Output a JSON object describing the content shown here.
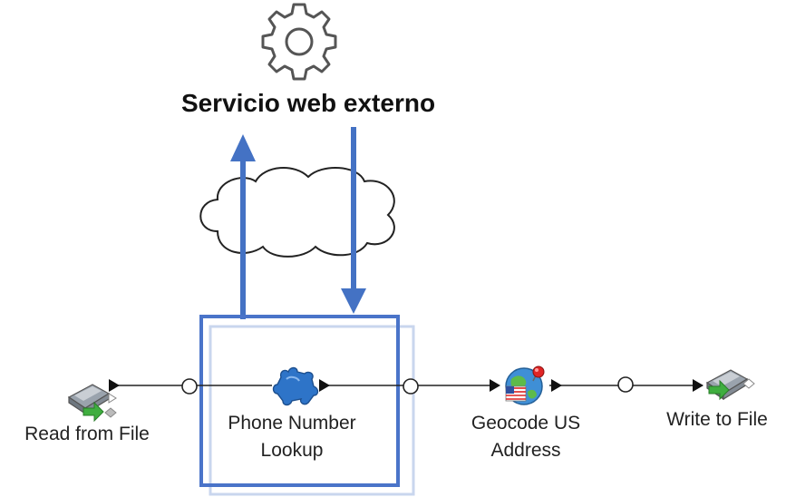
{
  "title": "Servicio web externo",
  "icons": {
    "service": "gear-icon",
    "cloud": "cloud-icon"
  },
  "nodes": [
    {
      "id": "read",
      "label": "Read from File",
      "icon": "file-read-icon"
    },
    {
      "id": "phone",
      "label_line1": "Phone Number",
      "label_line2": "Lookup",
      "icon": "puzzle-icon"
    },
    {
      "id": "geocode",
      "label_line1": "Geocode US",
      "label_line2": "Address",
      "icon": "globe-flag-icon"
    },
    {
      "id": "write",
      "label": "Write to File",
      "icon": "file-write-icon"
    }
  ],
  "colors": {
    "arrow_blue": "#4472c4",
    "box_blue": "#4a74c9",
    "box_shadow": "#c9d6ee",
    "connector": "#222222"
  }
}
